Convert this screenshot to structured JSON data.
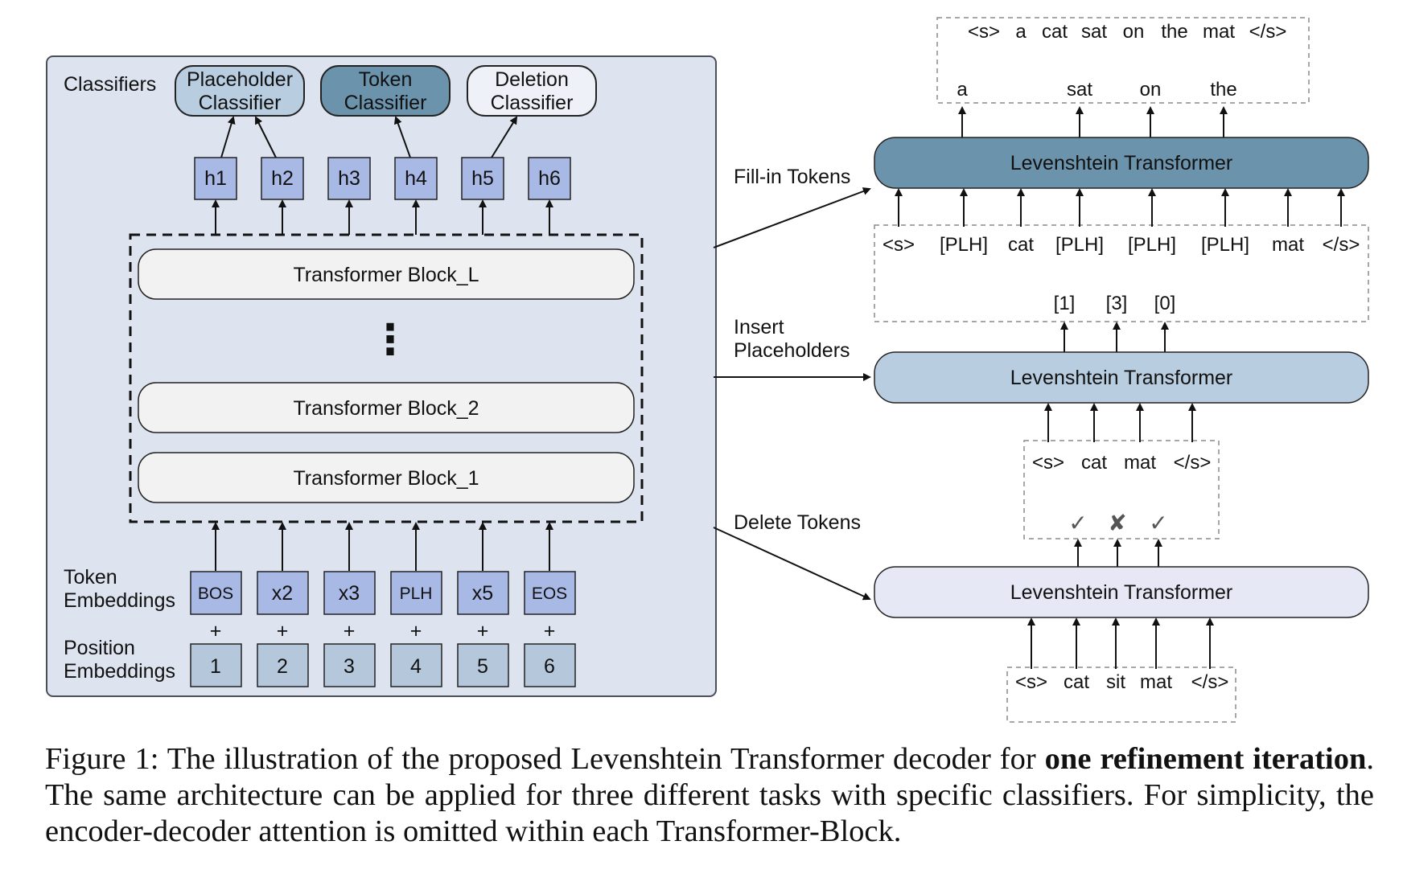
{
  "left_panel": {
    "classifiers_label": "Classifiers",
    "classifiers": [
      {
        "line1": "Placeholder",
        "line2": "Classifier"
      },
      {
        "line1": "Token",
        "line2": "Classifier"
      },
      {
        "line1": "Deletion",
        "line2": "Classifier"
      }
    ],
    "hidden_states": [
      "h1",
      "h2",
      "h3",
      "h4",
      "h5",
      "h6"
    ],
    "blocks": [
      "Transformer Block_L",
      "Transformer Block_2",
      "Transformer Block_1"
    ],
    "ellipsis": "⋮",
    "token_embeddings_label": {
      "line1": "Token",
      "line2": "Embeddings"
    },
    "tokens": [
      "BOS",
      "x2",
      "x3",
      "PLH",
      "x5",
      "EOS"
    ],
    "plus": "+",
    "position_embeddings_label": {
      "line1": "Position",
      "line2": "Embeddings"
    },
    "positions": [
      "1",
      "2",
      "3",
      "4",
      "5",
      "6"
    ]
  },
  "tasks": {
    "fill_in": "Fill-in Tokens",
    "insert": {
      "line1": "Insert",
      "line2": "Placeholders"
    },
    "delete": "Delete Tokens"
  },
  "right_panel": {
    "lt_label": "Levenshtein Transformer",
    "fill_output_sequence": [
      "<s>",
      "a",
      "cat",
      "sat",
      "on",
      "the",
      "mat",
      "</s>"
    ],
    "fill_output_tokens": [
      "a",
      "sat",
      "on",
      "the"
    ],
    "fill_input_sequence": [
      "<s>",
      "[PLH]",
      "cat",
      "[PLH]",
      "[PLH]",
      "[PLH]",
      "mat",
      "</s>"
    ],
    "insert_counts": [
      "[1]",
      "[3]",
      "[0]"
    ],
    "insert_input_sequence": [
      "<s>",
      "cat",
      "mat",
      "</s>"
    ],
    "delete_marks": [
      "✓",
      "✘",
      "✓"
    ],
    "delete_input_sequence": [
      "<s>",
      "cat",
      "sit",
      "mat",
      "</s>"
    ]
  },
  "caption": {
    "prefix": "Figure 1: The illustration of the proposed Levenshtein Transformer decoder for ",
    "bold1": "one refinement",
    "bold2": "iteration",
    "rest": ". The same architecture can be applied for three different tasks with specific classifiers. For simplicity, the encoder-decoder attention is omitted within each Transformer-Block."
  },
  "colors": {
    "panel_bg": "#dde4ef",
    "panel_border": "#4a4f5a",
    "hidden_fill": "#a9b9e6",
    "token_fill": "#a9b9e6",
    "position_fill": "#b5c7da",
    "block_fill": "#f2f2f2",
    "placeholder_classifier": "#b8cde0",
    "token_classifier": "#6b93ac",
    "deletion_classifier": "#eef1f8",
    "lt_top": "#6b93ac",
    "lt_mid": "#b8cde0",
    "lt_bot": "#e6e9f5",
    "dashed_box": "#8a8a8a"
  }
}
